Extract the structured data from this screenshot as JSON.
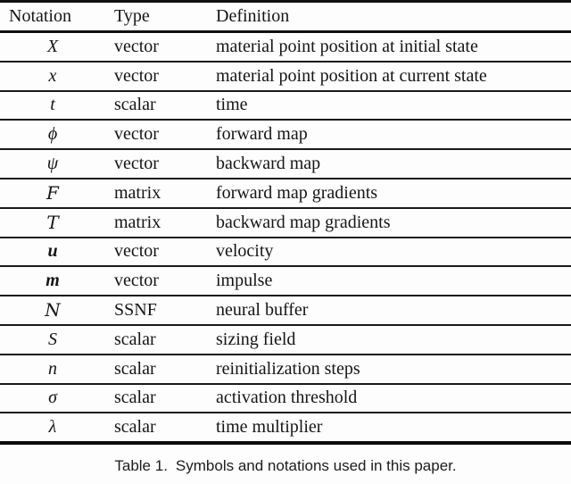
{
  "theme": {
    "background": "#fdfdfd",
    "text_color": "#151515",
    "rule_color": "#101010"
  },
  "table": {
    "columns": [
      "Notation",
      "Type",
      "Definition"
    ],
    "rows": [
      {
        "symbol": "X",
        "style": "italic",
        "type": "vector",
        "definition": "material point position at initial state"
      },
      {
        "symbol": "x",
        "style": "italic",
        "type": "vector",
        "definition": "material point position at current state"
      },
      {
        "symbol": "t",
        "style": "italic",
        "type": "scalar",
        "definition": "time"
      },
      {
        "symbol": "ϕ",
        "style": "italic",
        "type": "vector",
        "definition": "forward map"
      },
      {
        "symbol": "ψ",
        "style": "italic",
        "type": "vector",
        "definition": "backward map"
      },
      {
        "symbol": "F",
        "style": "script",
        "type": "matrix",
        "definition": "forward map gradients"
      },
      {
        "symbol": "T",
        "style": "script",
        "type": "matrix",
        "definition": "backward map gradients"
      },
      {
        "symbol": "u",
        "style": "bold-italic",
        "type": "vector",
        "definition": "velocity"
      },
      {
        "symbol": "m",
        "style": "bold-italic",
        "type": "vector",
        "definition": "impulse"
      },
      {
        "symbol": "N",
        "style": "script",
        "type": "SSNF",
        "definition": "neural buffer"
      },
      {
        "symbol": "S",
        "style": "italic",
        "type": "scalar",
        "definition": "sizing field"
      },
      {
        "symbol": "n",
        "style": "italic",
        "type": "scalar",
        "definition": "reinitialization steps"
      },
      {
        "symbol": "σ",
        "style": "italic",
        "type": "scalar",
        "definition": "activation threshold"
      },
      {
        "symbol": "λ",
        "style": "italic",
        "type": "scalar",
        "definition": "time multiplier"
      }
    ]
  },
  "caption": {
    "label": "Table 1.",
    "text": "Symbols and notations used in this paper."
  }
}
